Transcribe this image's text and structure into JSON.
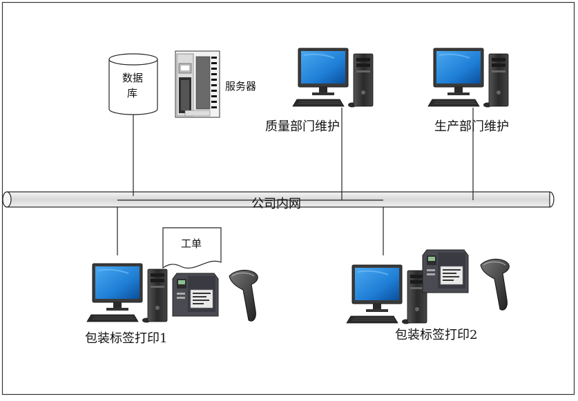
{
  "nodes": {
    "database": {
      "label_line1": "数据",
      "label_line2": "库"
    },
    "server": {
      "label": "服务器"
    },
    "quality": {
      "label": "质量部门维护"
    },
    "production": {
      "label": "生产部门维护"
    },
    "network": {
      "label": "公司内网"
    },
    "workorder": {
      "label": "工单"
    },
    "pack1": {
      "label": "包装标签打印1"
    },
    "pack2": {
      "label": "包装标签打印2"
    }
  },
  "colors": {
    "screen": "#1f7fd6",
    "monitor_frame": "#2e2e2e",
    "printer_body": "#4a4a52",
    "pipe_fill": "#e4e4e4",
    "line": "#222222"
  },
  "icons": {
    "database": "database-cylinder-icon",
    "server": "server-rack-icon",
    "computer": "desktop-computer-icon",
    "printer": "label-printer-icon",
    "scanner": "barcode-scanner-icon",
    "document": "document-icon"
  }
}
